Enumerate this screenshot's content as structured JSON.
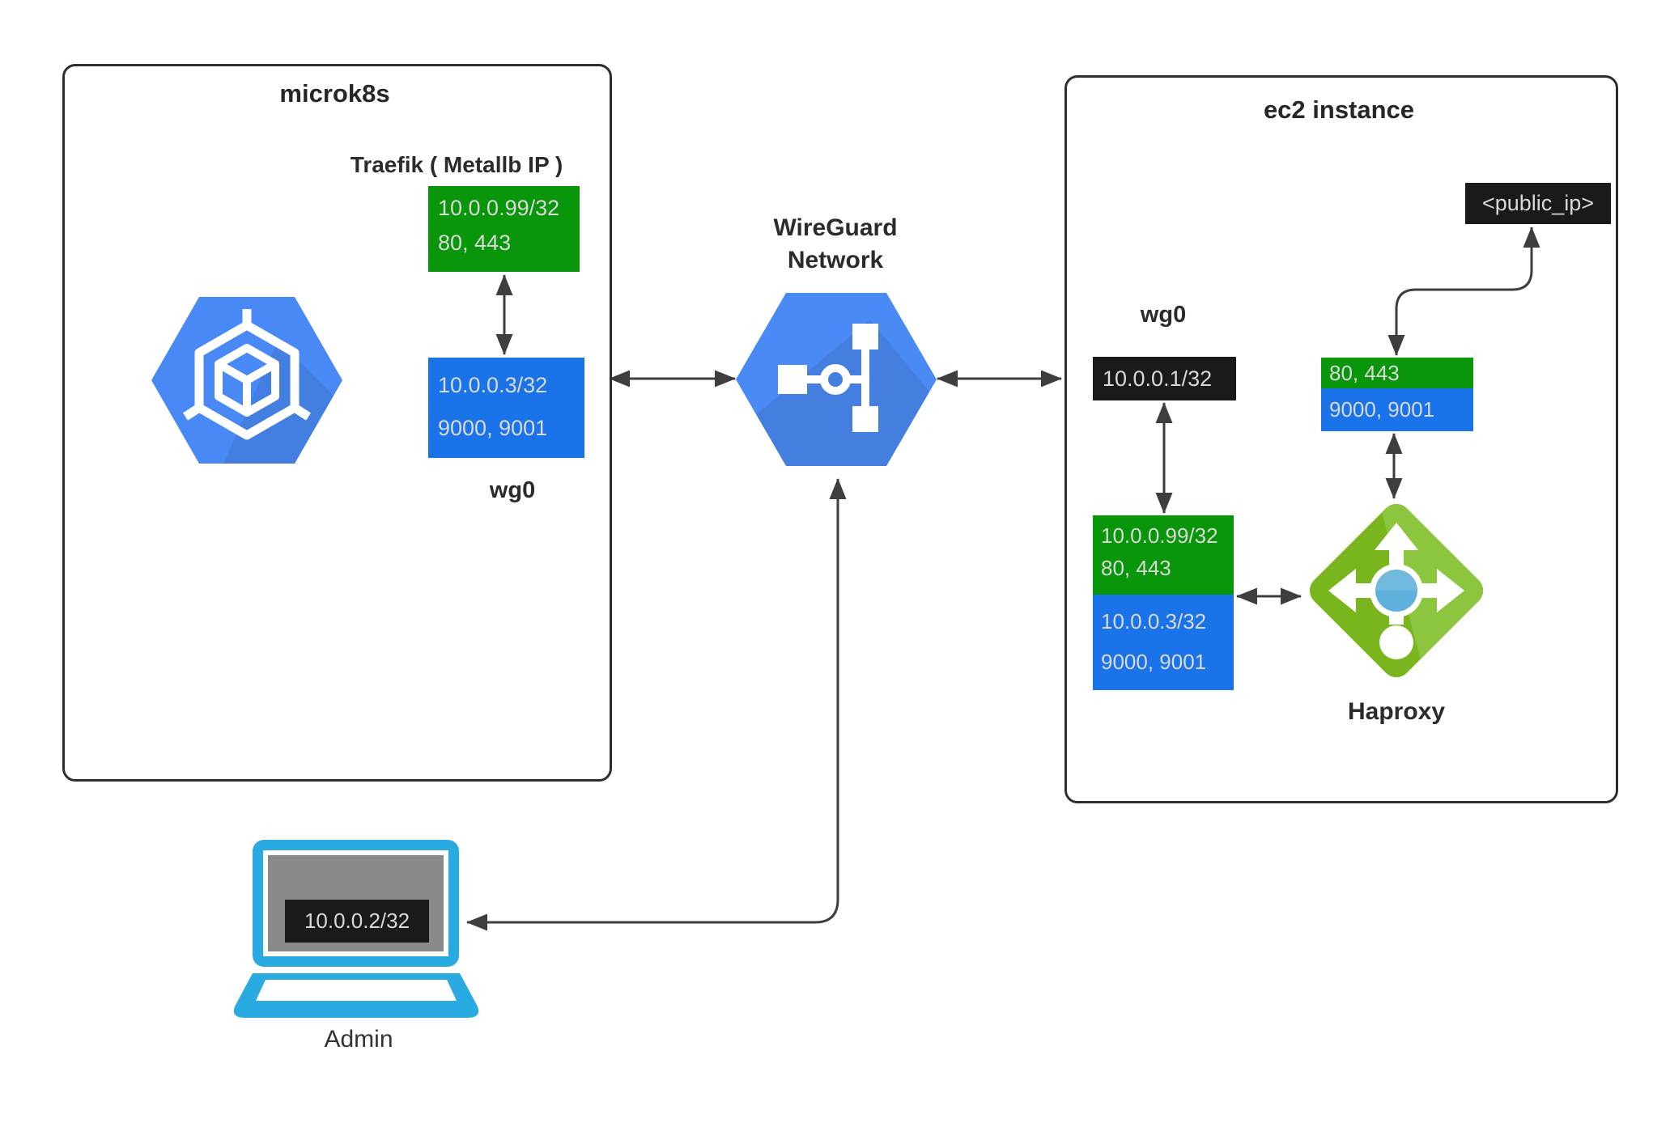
{
  "microk8s": {
    "title": "microk8s",
    "traefik_label": "Traefik ( Metallb IP )",
    "metallb_box": {
      "ip": "10.0.0.99/32",
      "ports": "80, 443"
    },
    "wg_box": {
      "ip": "10.0.0.3/32",
      "ports": "9000, 9001"
    },
    "wg0_label": "wg0"
  },
  "wireguard": {
    "label_line1": "WireGuard",
    "label_line2": "Network"
  },
  "ec2": {
    "title": "ec2 instance",
    "wg0_label": "wg0",
    "wg_ip_box": "10.0.0.1/32",
    "public_ip_box": "<public_ip>",
    "forward_box": {
      "green_ip": "10.0.0.99/32",
      "green_ports": "80, 443",
      "blue_ip": "10.0.0.3/32",
      "blue_ports": "9000, 9001"
    },
    "haproxy_ports_box": {
      "green_ports": "80, 443",
      "blue_ports": "9000, 9001"
    },
    "haproxy_label": "Haproxy"
  },
  "admin": {
    "ip_box": "10.0.0.2/32",
    "label": "Admin"
  },
  "icons": {
    "kubernetes_engine": "gke-hexagon-cube",
    "wireguard_network": "network-topology-hexagon",
    "haproxy": "load-balancer-diamond",
    "admin": "laptop"
  },
  "colors": {
    "green_box": "#0a960a",
    "blue_box": "#1a73e8",
    "black_box": "#1a1a1a",
    "box_text": "#d9d9d9",
    "label_text": "#2b2b2b",
    "arrow": "#3e3e3e",
    "frame_border": "#2e2e2e",
    "gcp_blue": "#4989f5",
    "haproxy_green": "#79b51d",
    "haproxy_green_light": "#8cc63f",
    "haproxy_center_blue": "#5fb0dc",
    "laptop_blue": "#29abe2",
    "screen_gray": "#8a8a8a"
  }
}
